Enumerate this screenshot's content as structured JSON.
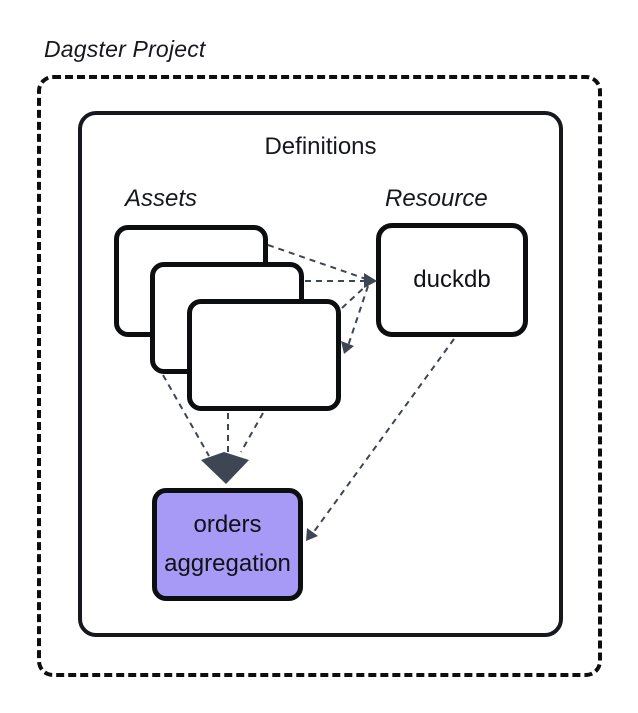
{
  "diagram": {
    "title": "Dagster Project",
    "definitions": {
      "label": "Definitions"
    },
    "assets_group": {
      "label": "Assets",
      "card_count": 3
    },
    "resource_group": {
      "label": "Resource",
      "node_label": "duckdb"
    },
    "orders_node": {
      "label": "orders aggregation"
    },
    "connections": {
      "assets_to_resource": "asset cards to duckdb (dashed)",
      "assets_to_orders": "asset cards to orders aggregation (dashed, large wedge arrowhead)",
      "resource_to_orders": "duckdb to orders aggregation (dashed)"
    },
    "colors": {
      "background": "#ffffff",
      "box_border": "#0d0e10",
      "text": "#16181d",
      "connector": "#3e4553",
      "orders_fill": "#a79af7"
    }
  }
}
